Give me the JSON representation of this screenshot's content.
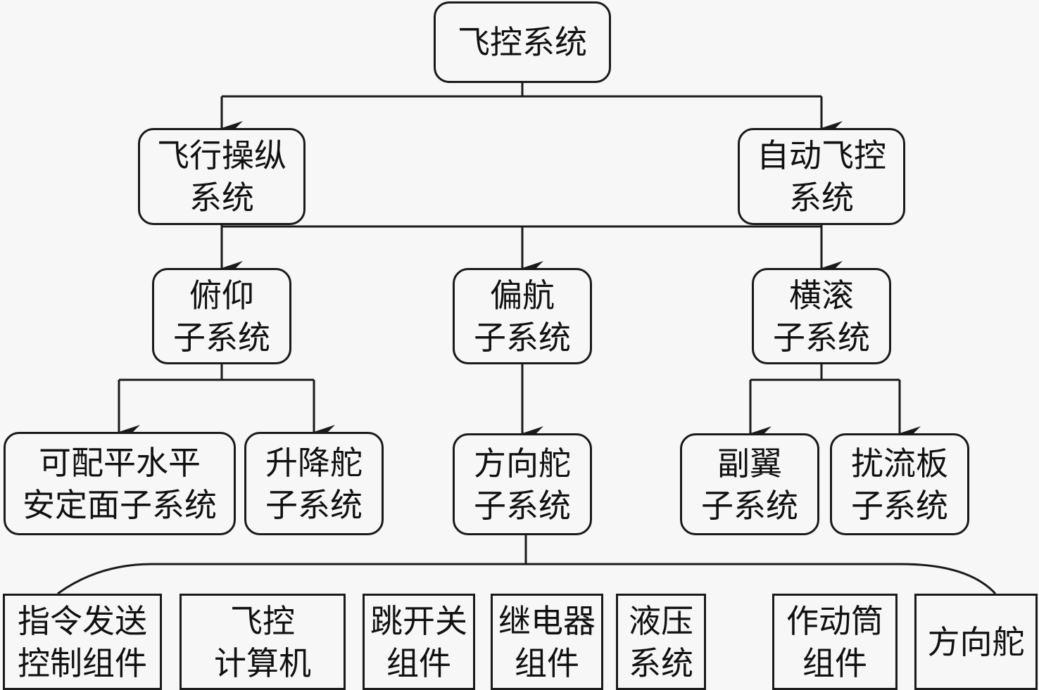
{
  "diagram": {
    "root": {
      "lines": [
        "飞控系统"
      ]
    },
    "level1": [
      {
        "lines": [
          "飞行操纵",
          "系统"
        ]
      },
      {
        "lines": [
          "自动飞控",
          "系统"
        ]
      }
    ],
    "level2": [
      {
        "lines": [
          "俯仰",
          "子系统"
        ]
      },
      {
        "lines": [
          "偏航",
          "子系统"
        ]
      },
      {
        "lines": [
          "横滚",
          "子系统"
        ]
      }
    ],
    "level3": [
      {
        "lines": [
          "可配平水平",
          "安定面子系统"
        ]
      },
      {
        "lines": [
          "升降舵",
          "子系统"
        ]
      },
      {
        "lines": [
          "方向舵",
          "子系统"
        ]
      },
      {
        "lines": [
          "副翼",
          "子系统"
        ]
      },
      {
        "lines": [
          "扰流板",
          "子系统"
        ]
      }
    ],
    "components": [
      {
        "lines": [
          "指令发送",
          "控制组件"
        ]
      },
      {
        "lines": [
          "飞控",
          "计算机"
        ]
      },
      {
        "lines": [
          "跳开关",
          "组件"
        ]
      },
      {
        "lines": [
          "继电器",
          "组件"
        ]
      },
      {
        "lines": [
          "液压",
          "系统"
        ]
      },
      {
        "lines": [
          "作动筒",
          "组件"
        ]
      },
      {
        "lines": [
          "方向舵"
        ]
      }
    ],
    "edges": [
      {
        "from": "飞控系统",
        "to": "飞行操纵系统"
      },
      {
        "from": "飞控系统",
        "to": "自动飞控系统"
      },
      {
        "from": "飞行操纵系统 / 自动飞控系统",
        "to": "俯仰子系统"
      },
      {
        "from": "飞行操纵系统 / 自动飞控系统",
        "to": "偏航子系统"
      },
      {
        "from": "飞行操纵系统 / 自动飞控系统",
        "to": "横滚子系统"
      },
      {
        "from": "俯仰子系统",
        "to": "可配平水平安定面子系统"
      },
      {
        "from": "俯仰子系统",
        "to": "升降舵子系统"
      },
      {
        "from": "偏航子系统",
        "to": "方向舵子系统"
      },
      {
        "from": "横滚子系统",
        "to": "副翼子系统"
      },
      {
        "from": "横滚子系统",
        "to": "扰流板子系统"
      },
      {
        "from": "方向舵子系统",
        "to": "components (brace)"
      }
    ]
  }
}
